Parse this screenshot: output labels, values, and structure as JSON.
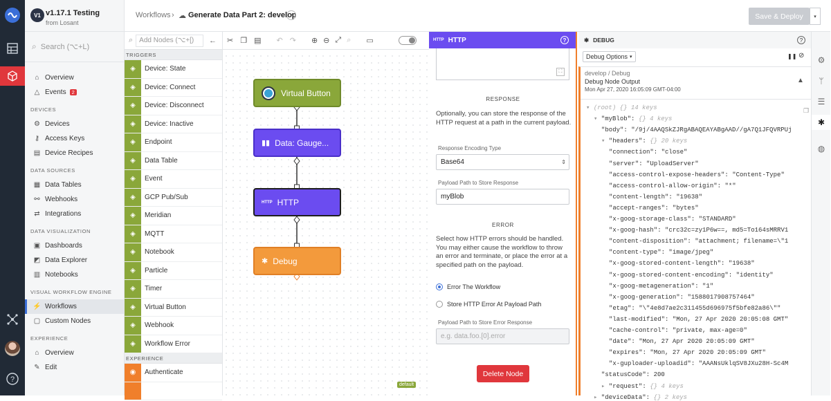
{
  "app": {
    "badge": "V1",
    "name": "v1.17.1 Testing",
    "org": "from Losant"
  },
  "sidebar": {
    "search_placeholder": "Search (⌥+L)",
    "items": [
      {
        "label": "Overview",
        "icon": "home-icon"
      },
      {
        "label": "Events",
        "icon": "warning-icon",
        "badge": "2"
      },
      {
        "section": "DEVICES"
      },
      {
        "label": "Devices",
        "icon": "gear-icon"
      },
      {
        "label": "Access Keys",
        "icon": "key-icon"
      },
      {
        "label": "Device Recipes",
        "icon": "recipe-icon"
      },
      {
        "section": "DATA SOURCES"
      },
      {
        "label": "Data Tables",
        "icon": "table-icon"
      },
      {
        "label": "Webhooks",
        "icon": "webhook-icon"
      },
      {
        "label": "Integrations",
        "icon": "integration-icon"
      },
      {
        "section": "DATA VISUALIZATION"
      },
      {
        "label": "Dashboards",
        "icon": "dashboard-icon"
      },
      {
        "label": "Data Explorer",
        "icon": "explorer-icon"
      },
      {
        "label": "Notebooks",
        "icon": "notebook-icon"
      },
      {
        "section": "VISUAL WORKFLOW ENGINE"
      },
      {
        "label": "Workflows",
        "icon": "workflow-icon",
        "active": true
      },
      {
        "label": "Custom Nodes",
        "icon": "custom-node-icon"
      },
      {
        "section": "EXPERIENCE"
      },
      {
        "label": "Overview",
        "icon": "home-icon"
      },
      {
        "label": "Edit",
        "icon": "edit-icon"
      }
    ]
  },
  "breadcrumb": {
    "root": "Workflows",
    "separator": "›",
    "current": "Generate Data Part 2: develop"
  },
  "toolbar": {
    "save_label": "Save & Deploy"
  },
  "palette": {
    "search_placeholder": "Add Nodes (⌥+[)",
    "triggers_label": "TRIGGERS",
    "triggers": [
      "Device: State",
      "Device: Connect",
      "Device: Disconnect",
      "Device: Inactive",
      "Endpoint",
      "Data Table",
      "Event",
      "GCP Pub/Sub",
      "Meridian",
      "MQTT",
      "Notebook",
      "Particle",
      "Timer",
      "Virtual Button",
      "Webhook",
      "Workflow Error"
    ],
    "experience_label": "EXPERIENCE",
    "experience": [
      "Authenticate"
    ]
  },
  "canvas": {
    "nodes": [
      {
        "label": "Virtual Button",
        "color": "#8aa73a"
      },
      {
        "label": "Data: Gauge...",
        "color": "#6b4cf0"
      },
      {
        "label": "HTTP",
        "color": "#6b4cf0"
      },
      {
        "label": "Debug",
        "color": "#f39a3c"
      }
    ],
    "default_tag": "default"
  },
  "http_panel": {
    "title": "HTTP",
    "title_tag": "HTTP",
    "response_title": "RESPONSE",
    "response_desc": "Optionally, you can store the response of the HTTP request at a path in the current payload.",
    "encoding_label": "Response Encoding Type",
    "encoding_value": "Base64",
    "payload_path_label": "Payload Path to Store Response",
    "payload_path_value": "myBlob",
    "error_title": "ERROR",
    "error_desc": "Select how HTTP errors should be handled. You may either cause the workflow to throw an error and terminate, or place the error at a specified path on the payload.",
    "radio_throw": "Error The Workflow",
    "radio_store": "Store HTTP Error At Payload Path",
    "error_path_label": "Payload Path to Store Error Response",
    "error_path_placeholder": "e.g. data.foo.[0].error",
    "delete_label": "Delete Node"
  },
  "debug_panel": {
    "title": "DEBUG",
    "options_label": "Debug Options",
    "msg_path": "develop / Debug",
    "msg_title": "Debug Node Output",
    "msg_time": "Mon Apr 27, 2020 16:05:09 GMT-04:00",
    "tree": [
      {
        "indent": 0,
        "caret": "▾",
        "key": "(root)",
        "meta": "{} 14 keys"
      },
      {
        "indent": 1,
        "caret": "▾",
        "key": "\"myBlob\":",
        "meta": "{} 4 keys"
      },
      {
        "indent": 2,
        "key": "\"body\":",
        "value": "\"/9j/4AAQSkZJRgABAQEAYABgAAD//gA7Q1JFQVRPUj"
      },
      {
        "indent": 2,
        "caret": "▾",
        "key": "\"headers\":",
        "meta": "{} 20 keys"
      },
      {
        "indent": 3,
        "key": "\"connection\":",
        "value": "\"close\""
      },
      {
        "indent": 3,
        "key": "\"server\":",
        "value": "\"UploadServer\""
      },
      {
        "indent": 3,
        "key": "\"access-control-expose-headers\":",
        "value": "\"Content-Type\""
      },
      {
        "indent": 3,
        "key": "\"access-control-allow-origin\":",
        "value": "\"*\""
      },
      {
        "indent": 3,
        "key": "\"content-length\":",
        "value": "\"19638\""
      },
      {
        "indent": 3,
        "key": "\"accept-ranges\":",
        "value": "\"bytes\""
      },
      {
        "indent": 3,
        "key": "\"x-goog-storage-class\":",
        "value": "\"STANDARD\""
      },
      {
        "indent": 3,
        "key": "\"x-goog-hash\":",
        "value": "\"crc32c=zy1P6w==, md5=To164sMRRV1"
      },
      {
        "indent": 3,
        "key": "\"content-disposition\":",
        "value": "\"attachment; filename=\\\"1"
      },
      {
        "indent": 3,
        "key": "\"content-type\":",
        "value": "\"image/jpeg\""
      },
      {
        "indent": 3,
        "key": "\"x-goog-stored-content-length\":",
        "value": "\"19638\""
      },
      {
        "indent": 3,
        "key": "\"x-goog-stored-content-encoding\":",
        "value": "\"identity\""
      },
      {
        "indent": 3,
        "key": "\"x-goog-metageneration\":",
        "value": "\"1\""
      },
      {
        "indent": 3,
        "key": "\"x-goog-generation\":",
        "value": "\"1588017908757464\""
      },
      {
        "indent": 3,
        "key": "\"etag\":",
        "value": "\"\\\"4e8d7ae2c311455d696975f5bfe82a86\\\"\""
      },
      {
        "indent": 3,
        "key": "\"last-modified\":",
        "value": "\"Mon, 27 Apr 2020 20:05:08 GMT\""
      },
      {
        "indent": 3,
        "key": "\"cache-control\":",
        "value": "\"private, max-age=0\""
      },
      {
        "indent": 3,
        "key": "\"date\":",
        "value": "\"Mon, 27 Apr 2020 20:05:09 GMT\""
      },
      {
        "indent": 3,
        "key": "\"expires\":",
        "value": "\"Mon, 27 Apr 2020 20:05:09 GMT\""
      },
      {
        "indent": 3,
        "key": "\"x-guploader-uploadid\":",
        "value": "\"AAANsUklqSV8JXu28H-Sc4M"
      },
      {
        "indent": 2,
        "key": "\"statusCode\":",
        "value": "200"
      },
      {
        "indent": 2,
        "caret": "▸",
        "key": "\"request\":",
        "meta": "{} 4 keys"
      },
      {
        "indent": 1,
        "caret": "▸",
        "key": "\"deviceData\":",
        "meta": "{} 2 keys"
      }
    ]
  }
}
